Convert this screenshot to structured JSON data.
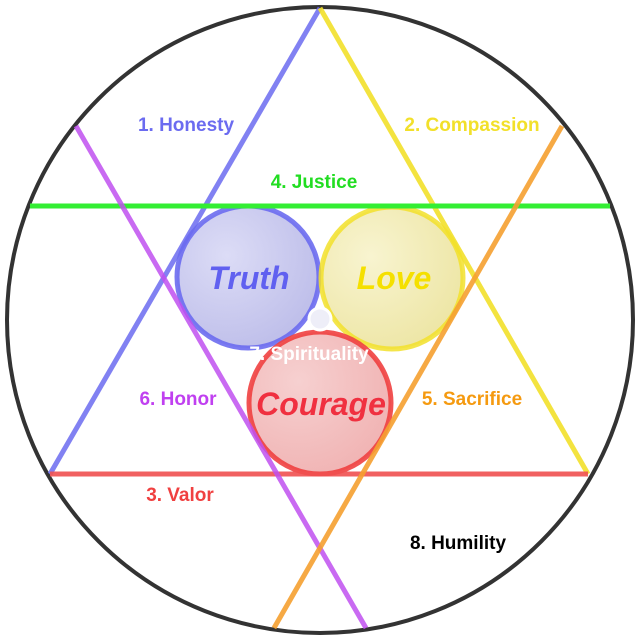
{
  "colors": {
    "honesty": "#6b6bf0",
    "compassion": "#f2e02a",
    "valor": "#f05050",
    "justice": "#33ee33",
    "sacrifice": "#f5a030",
    "honor": "#c050f0",
    "spirituality": "#ffffff",
    "humility": "#000000"
  },
  "labels": {
    "honesty": "1. Honesty",
    "compassion": "2. Compassion",
    "valor": "3. Valor",
    "justice": "4. Justice",
    "sacrifice": "5. Sacrifice",
    "honor": "6. Honor",
    "spirituality": "7. Spirituality",
    "humility": "8. Humility"
  },
  "principles": {
    "truth": "Truth",
    "love": "Love",
    "courage": "Courage"
  }
}
